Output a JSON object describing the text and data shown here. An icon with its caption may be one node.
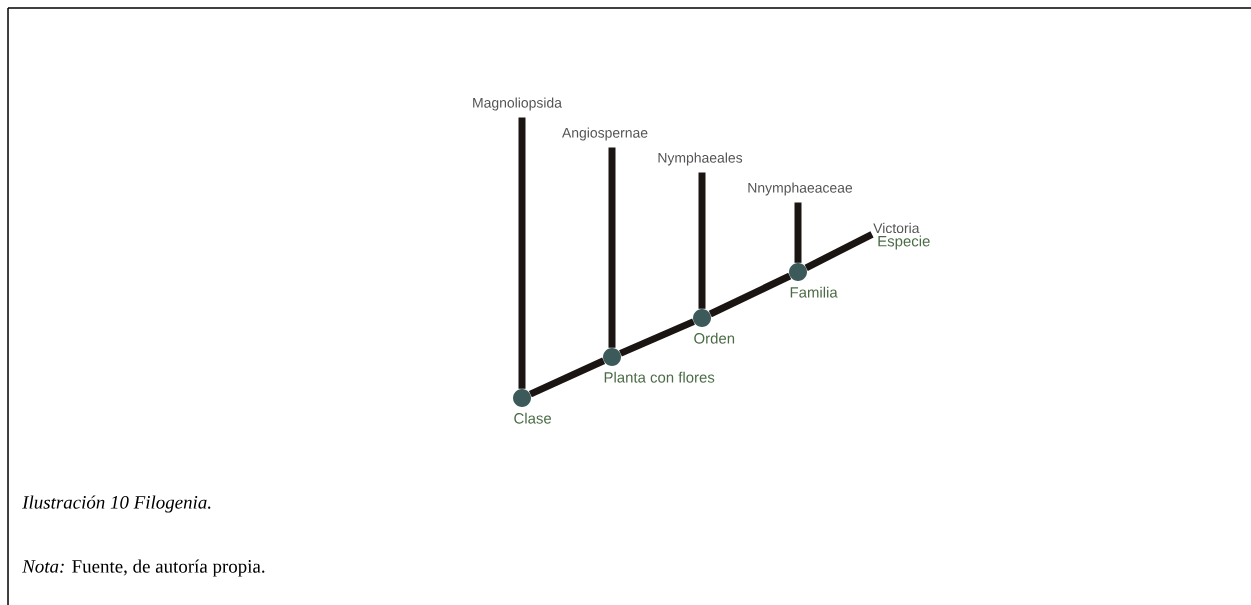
{
  "diagram": {
    "caption": "Ilustración 10 Filogenia.",
    "nodes": [
      {
        "text": [
          "Clase"
        ]
      },
      {
        "text": [
          "Magnoliopsida"
        ]
      },
      {
        "text": [
          "Planta con flores"
        ]
      },
      {
        "text": [
          "Angiospernae"
        ]
      },
      {
        "text": [
          "Orden"
        ]
      },
      {
        "text": [
          "Nymphaeales"
        ]
      },
      {
        "text": [
          "Familia"
        ]
      },
      {
        "text": [
          "Nnymphaeaceae"
        ]
      },
      {
        "text": [
          "Victoria"
        ],
        "beside": [
          "Especie"
        ]
      }
    ],
    "edges": [
      {
        "from": 0,
        "to": 1,
        "arrow": "none"
      },
      {
        "from": 0,
        "to": 2,
        "arrow": "none"
      },
      {
        "from": 2,
        "to": 3,
        "arrow": "none"
      },
      {
        "from": 2,
        "to": 4,
        "arrow": "none"
      },
      {
        "from": 4,
        "to": 5,
        "arrow": "none"
      },
      {
        "from": 4,
        "to": 6,
        "arrow": "none"
      },
      {
        "from": 6,
        "to": 7,
        "arrow": "none"
      },
      {
        "from": 6,
        "to": 8,
        "arrow": "none"
      }
    ],
    "labels": [
      "*Nota:* Fuente, de autoría propia."
    ]
  }
}
